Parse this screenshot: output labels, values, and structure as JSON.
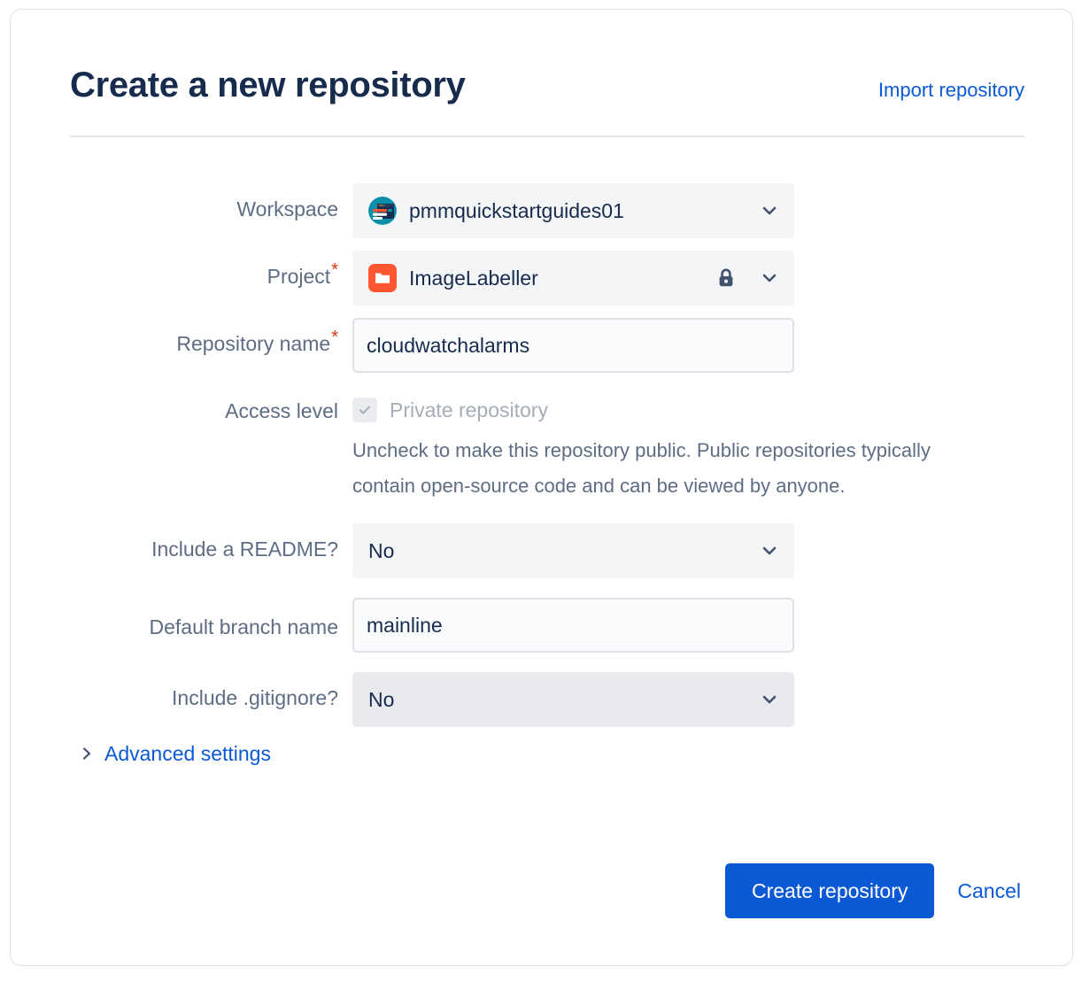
{
  "header": {
    "title": "Create a new repository",
    "import_link": "Import repository"
  },
  "form": {
    "workspace": {
      "label": "Workspace",
      "value": "pmmquickstartguides01",
      "avatar_icon": "workspace-avatar-icon",
      "chevron_icon": "chevron-down-icon"
    },
    "project": {
      "label": "Project",
      "required_marker": "*",
      "value": "ImageLabeller",
      "avatar_icon": "folder-icon",
      "lock_icon": "lock-icon",
      "chevron_icon": "chevron-down-icon",
      "avatar_color": "#ff5630"
    },
    "repository_name": {
      "label": "Repository name",
      "required_marker": "*",
      "value": "cloudwatchalarms",
      "placeholder": ""
    },
    "access_level": {
      "label": "Access level",
      "checkbox_label": "Private repository",
      "checked": true,
      "disabled": true,
      "check_icon": "checkmark-icon",
      "help_text": "Uncheck to make this repository public. Public repositories typically contain open-source code and can be viewed by anyone."
    },
    "include_readme": {
      "label": "Include a README?",
      "value": "No",
      "chevron_icon": "chevron-down-icon"
    },
    "default_branch": {
      "label": "Default branch name",
      "value": "mainline",
      "placeholder": ""
    },
    "include_gitignore": {
      "label": "Include .gitignore?",
      "value": "No",
      "chevron_icon": "chevron-down-icon"
    },
    "advanced_settings": {
      "label": "Advanced settings",
      "chevron_icon": "chevron-right-icon",
      "expanded": false
    }
  },
  "actions": {
    "submit_label": "Create repository",
    "cancel_label": "Cancel"
  },
  "colors": {
    "link": "#0c59d6",
    "primary_button": "#0c59d6",
    "required_asterisk": "#de350b",
    "title_text": "#172b4d",
    "label_text": "#5e6c84",
    "field_background": "#f4f5f7",
    "project_icon": "#ff5630",
    "workspace_avatar": "#0a8fa8"
  }
}
